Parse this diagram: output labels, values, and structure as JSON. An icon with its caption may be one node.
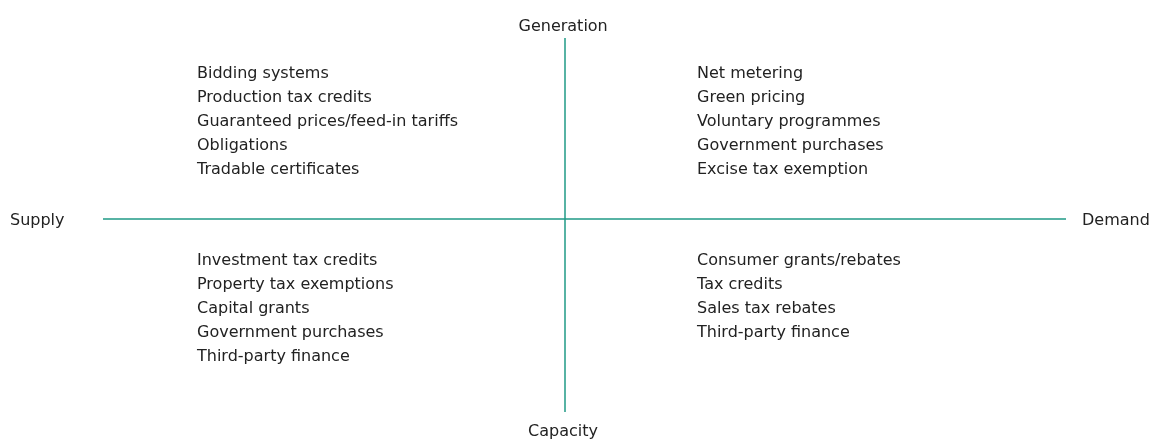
{
  "diagram": {
    "labels": [
      "Generation",
      "Bidding systems",
      "Production tax credits",
      "Guaranteed prices/feed-in tariffs",
      "Obligations",
      "Tradable certificates",
      "Net metering",
      "Green pricing",
      "Voluntary programmes",
      "Government purchases",
      "Excise tax exemption",
      "Supply",
      "Demand",
      "Investment tax credits",
      "Property tax exemptions",
      "Capital grants",
      "Government purchases",
      "Third-party finance",
      "Consumer grants/rebates",
      "Tax credits",
      "Sales tax rebates",
      "Third-party finance",
      "Capacity"
    ]
  }
}
